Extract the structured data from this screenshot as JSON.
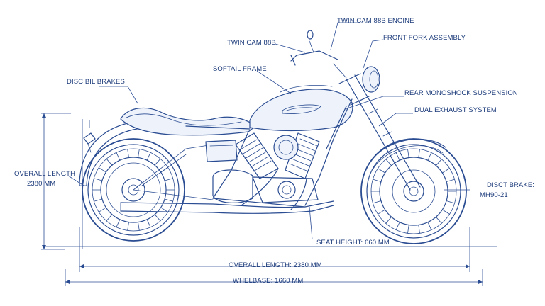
{
  "labels": {
    "twin_cam_engine": "TWIN CAM 88B ENGINE",
    "twin_cam": "TWIN CAM 88B",
    "front_fork": "FRONT FORK ASSEMBLY",
    "softail_frame": "SOFTAIL FRAME",
    "disc_brakes": "DISC BIL BRAKES",
    "rear_suspension": "REAR MONOSHOCK SUSPENSION",
    "dual_exhaust": "DUAL EXHAUST SYSTEM",
    "overall_length_left_1": "OVERALL LENGTH",
    "overall_length_left_2": "2380 MM",
    "disc_brake_right_1": "DISCT BRAKE:",
    "disc_brake_right_2": "MH90-21",
    "seat_height": "SEAT HEIGHT: 660 MM",
    "overall_length_bottom": "OVERALL LENGTH: 2380 MM",
    "wheelbase": "WHELBASE: 1660 MM"
  },
  "colors": {
    "ink": "#1b3a7a",
    "line": "#2a4c92",
    "background": "#ffffff"
  }
}
